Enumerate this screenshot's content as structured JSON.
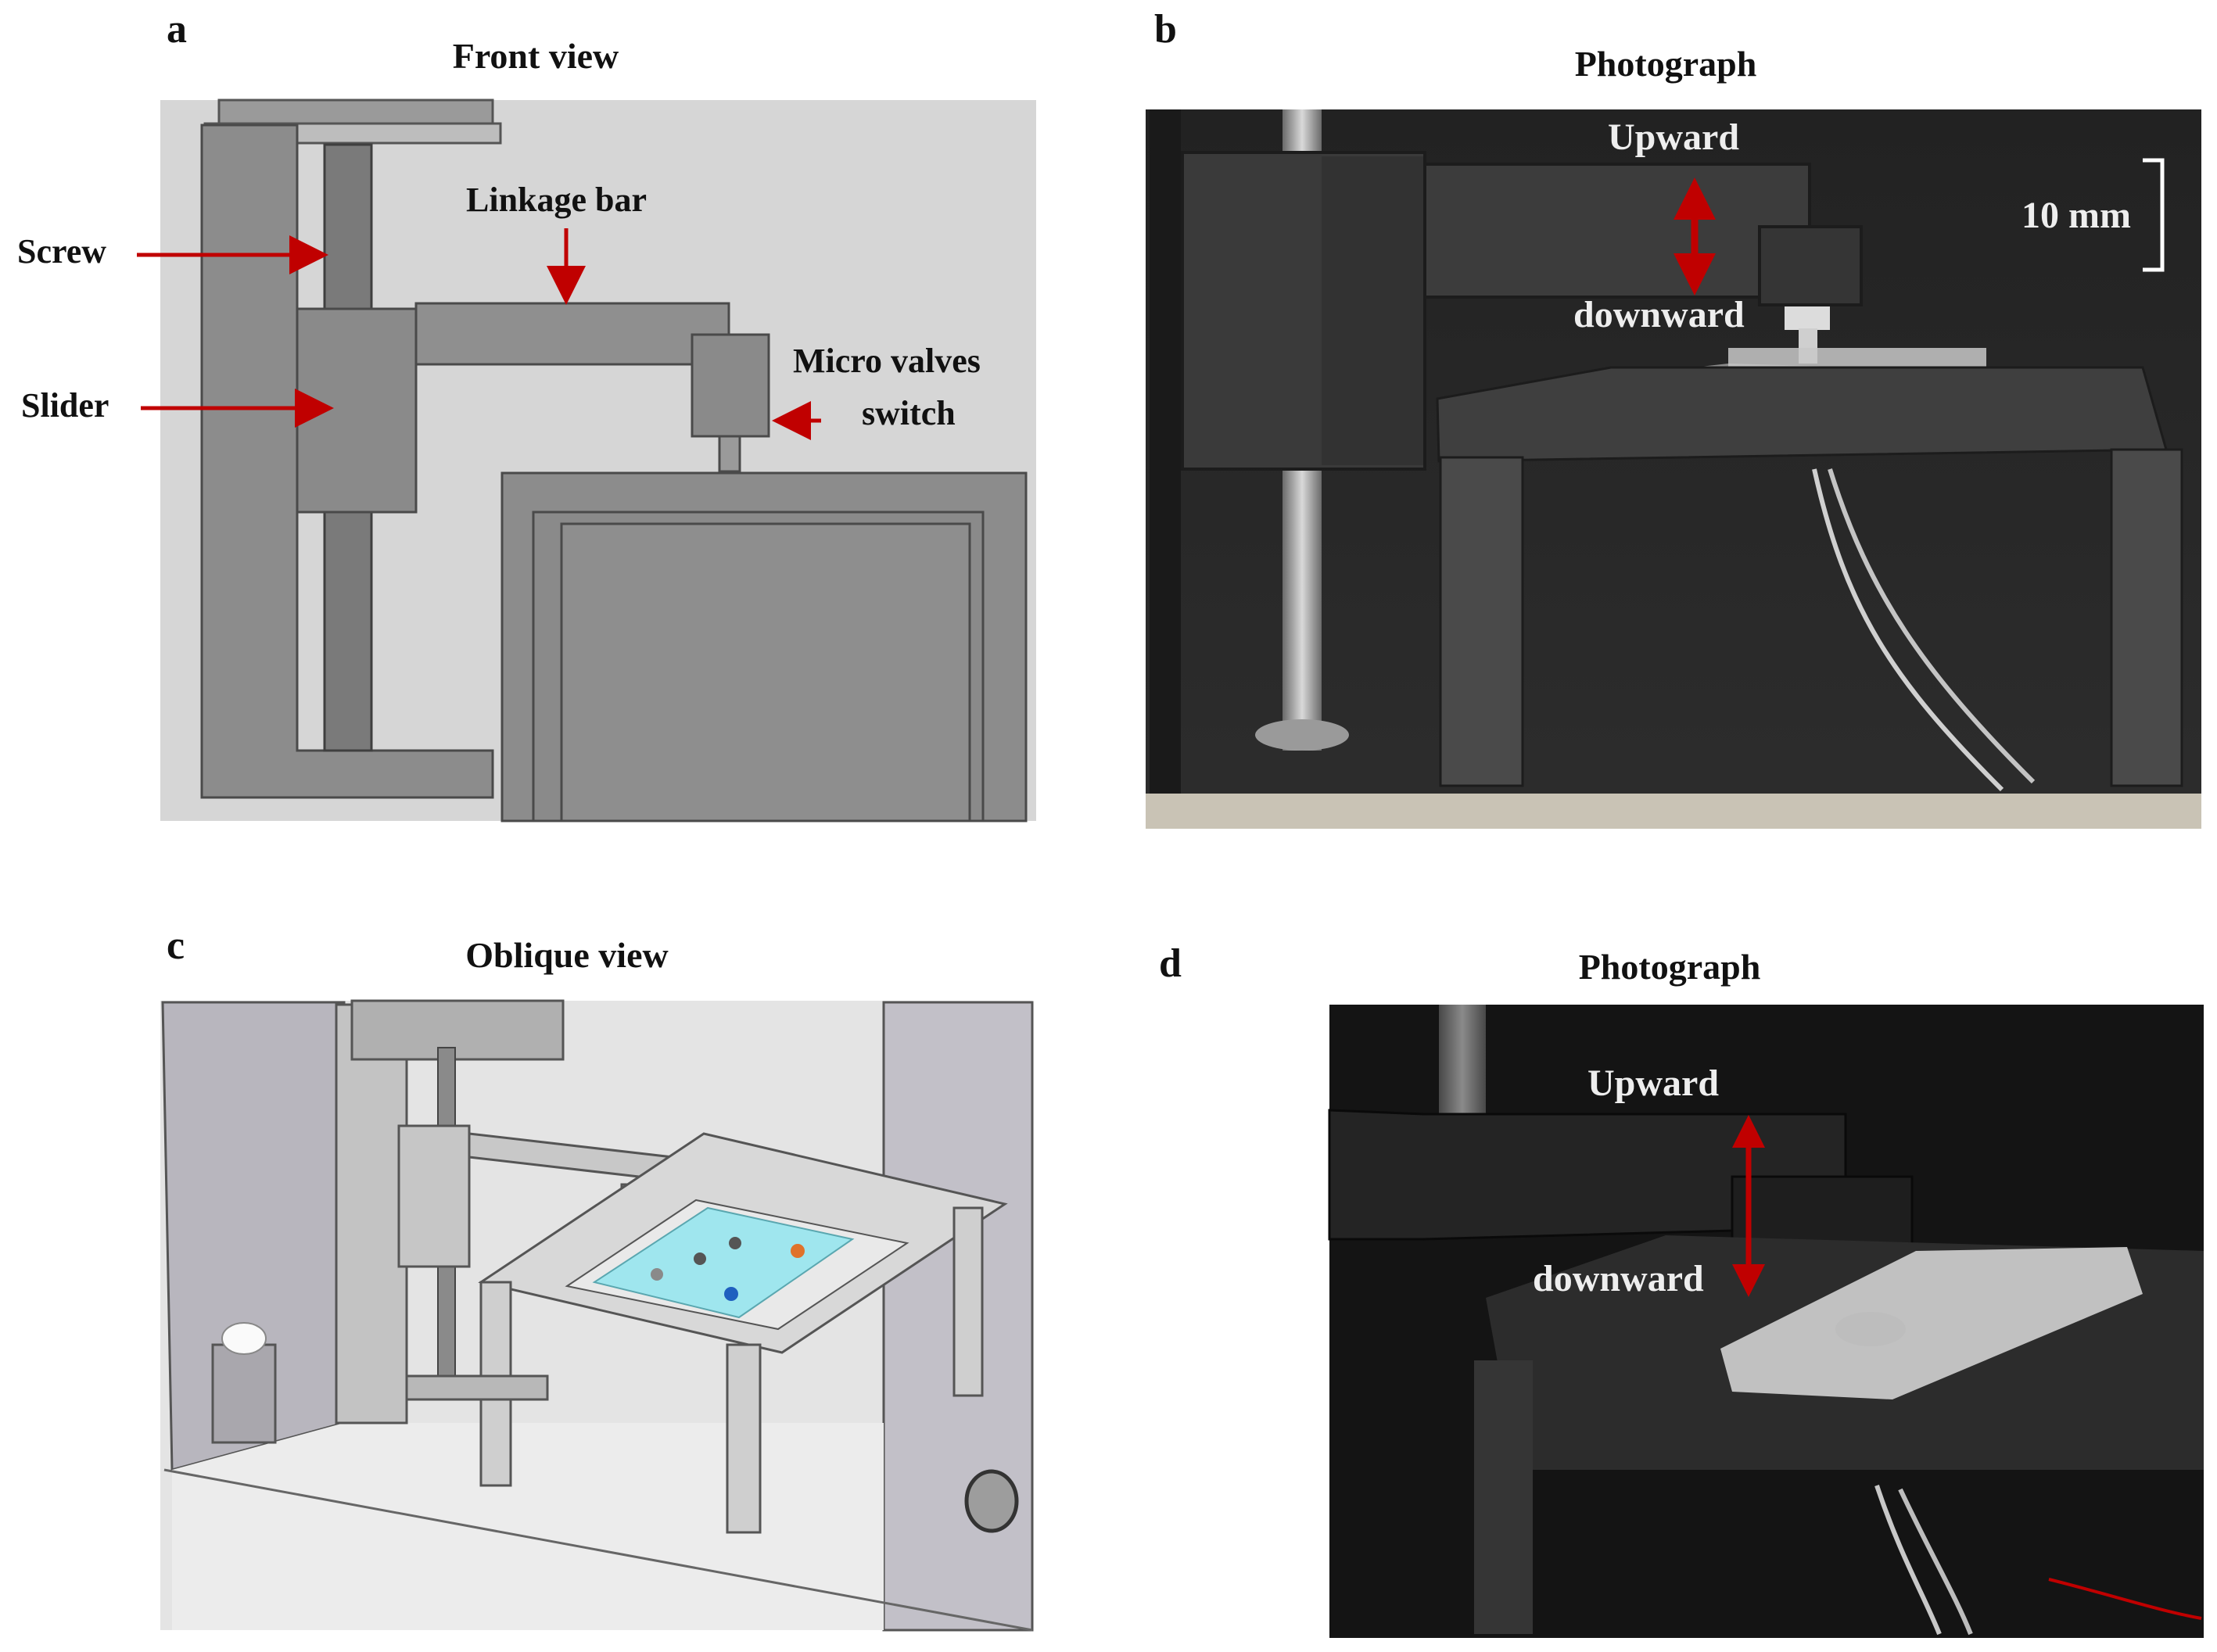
{
  "panels": {
    "a": {
      "letter": "a",
      "title": "Front view",
      "labels": {
        "screw": "Screw",
        "slider": "Slider",
        "linkage_bar": "Linkage bar",
        "micro_valves_line1": "Micro valves",
        "micro_valves_line2": "switch"
      }
    },
    "b": {
      "letter": "b",
      "title": "Photograph",
      "labels": {
        "upward": "Upward",
        "downward": "downward",
        "scale": "10 mm"
      }
    },
    "c": {
      "letter": "c",
      "title": "Oblique  view"
    },
    "d": {
      "letter": "d",
      "title": "Photograph",
      "labels": {
        "upward": "Upward",
        "downward": "downward"
      }
    }
  },
  "colors": {
    "arrow": "#c00000",
    "cad_background": "#d6d6d6",
    "cad_part": "#8a8a8a",
    "photo_dark": "#2a2a2a",
    "chip_cyan": "#9fe6ee"
  }
}
